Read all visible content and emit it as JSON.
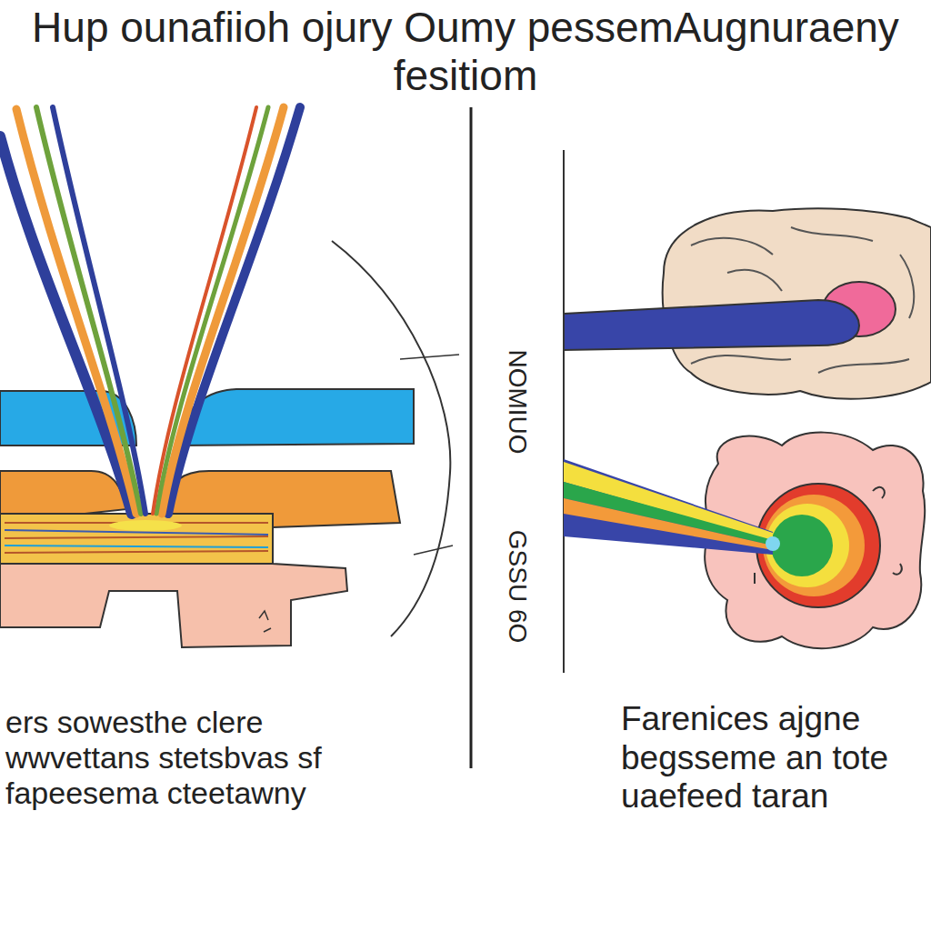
{
  "diagram": {
    "title": "Hup ounafiioh ojury Oumy pessemAugnuraeny fesitiom",
    "labels": [
      "NOMIUO",
      "GSSU 6O",
      "ers sowesthe clere wwvettans stetsbvas sf fapeesema cteetawny",
      "Farenices ajgne begsseme an tote uaefeed taran"
    ]
  }
}
